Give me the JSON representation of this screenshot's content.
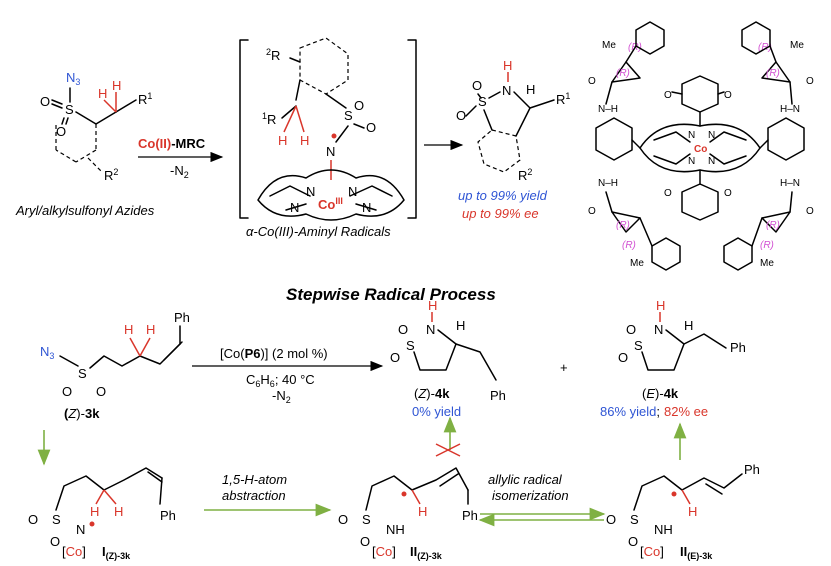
{
  "top": {
    "reactant_label": "Aryl/alkylsulfonyl Azides",
    "catalyst_pre": "Co(II)",
    "catalyst_post": "-MRC",
    "n2_loss": "-N",
    "n2_sub": "2",
    "intermediate_label_prefix": "α-",
    "intermediate_label": "Co(III)-Aminyl Radicals",
    "co_label": "Co",
    "co_sup": "III",
    "yield_text": "up to 99% yield",
    "ee_text": "up to 99% ee"
  },
  "section_title": "Stepwise Radical Process",
  "bottom": {
    "conditions_1": "[Co(P6)] (2 mol %)",
    "conditions_cat": "[Co(",
    "conditions_P6": "P6",
    "conditions_tail": ")] (2 mol %)",
    "conditions_2": "C6H6; 40 °C",
    "conditions_2a": "C",
    "conditions_2b": "6",
    "conditions_2c": "H",
    "conditions_2d": "6",
    "conditions_2e": "; 40 °C",
    "conditions_3": "-N",
    "conditions_3sub": "2",
    "start_label_a": "(",
    "start_label_z": "Z",
    "start_label_b": ")-",
    "start_label_num": "3k",
    "product_z_label_z": "Z",
    "product_z_num": "4k",
    "product_z_yield": "0% yield",
    "plus": "+",
    "product_e_label_e": "E",
    "product_e_num": "4k",
    "product_e_yield": "86% yield",
    "product_e_sep": ";",
    "product_e_ee": "82% ee",
    "step1_line1": "1,5-H-atom",
    "step1_line2": "abstraction",
    "step2_line1": "allylic radical",
    "step2_line2": "isomerization",
    "int1_roman": "I",
    "int1_sub": "(Z)-3k",
    "int2_roman": "II",
    "int2_sub": "(Z)-3k",
    "int3_roman": "II",
    "int3_sub": "(E)-3k",
    "co_bracket": "[Co]",
    "co_bracket_inner": "Co"
  },
  "atoms": {
    "N3": "N",
    "N3sub": "3",
    "S": "S",
    "O": "O",
    "N": "N",
    "H": "H",
    "R1": "R",
    "R1sup": "1",
    "R2": "R",
    "R2sup": "2",
    "R2pre": "2",
    "R1pre": "1",
    "Ph": "Ph",
    "Me": "Me",
    "NH": "N–H",
    "HN": "H–N",
    "OMe": "O",
    "stereo_R": "(R)"
  },
  "colors": {
    "red": "#d9362b",
    "blue": "#2f55d4",
    "green": "#7fb043",
    "magenta": "#d24fd2",
    "black": "#000000"
  }
}
